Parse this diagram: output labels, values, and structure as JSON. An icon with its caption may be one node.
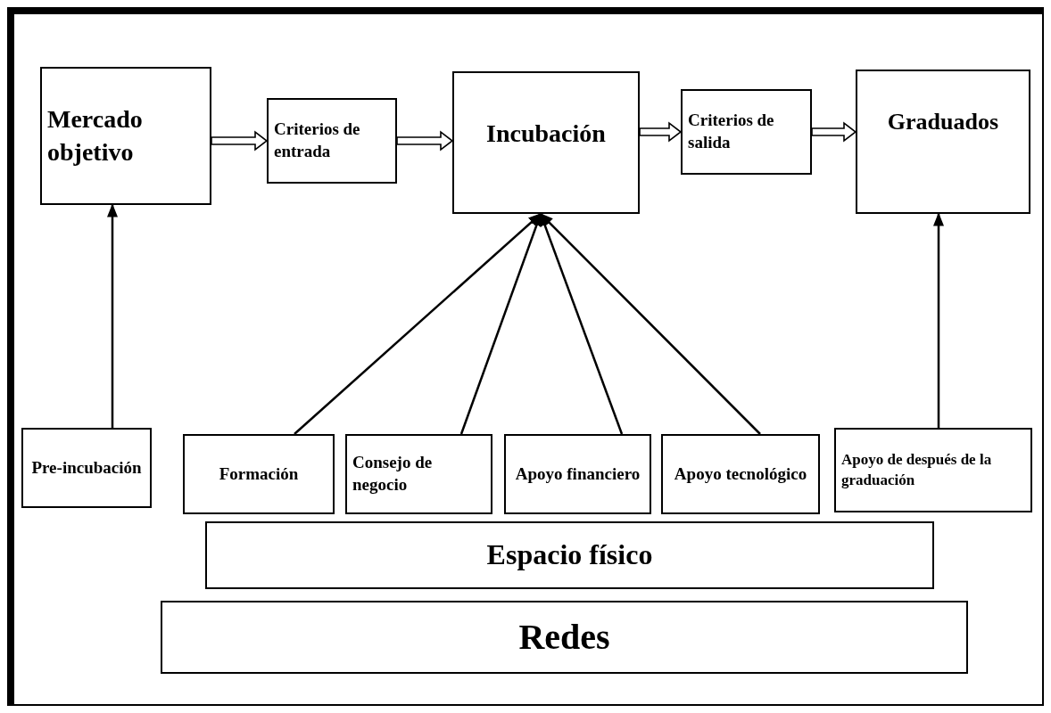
{
  "diagram": {
    "nodes": [
      {
        "text": [
          "Mercado objetivo"
        ]
      },
      {
        "text": [
          "Criterios de entrada"
        ]
      },
      {
        "text": [
          "Incubación"
        ]
      },
      {
        "text": [
          "Criterios de salida"
        ]
      },
      {
        "text": [
          "Graduados"
        ]
      },
      {
        "text": [
          "Pre-incubación"
        ]
      },
      {
        "text": [
          "Formación"
        ]
      },
      {
        "text": [
          "Consejo de negocio"
        ]
      },
      {
        "text": [
          "Apoyo financiero"
        ]
      },
      {
        "text": [
          "Apoyo tecnológico"
        ]
      },
      {
        "text": [
          "Apoyo de después de la graduación"
        ]
      },
      {
        "text": [
          "Espacio físico"
        ]
      },
      {
        "text": [
          "Redes"
        ]
      }
    ],
    "edges": [
      {
        "from": 0,
        "to": 1,
        "arrow": "to",
        "style": "thick"
      },
      {
        "from": 1,
        "to": 2,
        "arrow": "to",
        "style": "thick"
      },
      {
        "from": 2,
        "to": 3,
        "arrow": "to",
        "style": "thick"
      },
      {
        "from": 3,
        "to": 4,
        "arrow": "to",
        "style": "thick"
      },
      {
        "from": 5,
        "to": 0,
        "arrow": "to"
      },
      {
        "from": 6,
        "to": 2,
        "arrow": "to"
      },
      {
        "from": 7,
        "to": 2,
        "arrow": "to"
      },
      {
        "from": 8,
        "to": 2,
        "arrow": "to"
      },
      {
        "from": 9,
        "to": 2,
        "arrow": "to"
      },
      {
        "from": 10,
        "to": 4,
        "arrow": "to"
      }
    ]
  }
}
